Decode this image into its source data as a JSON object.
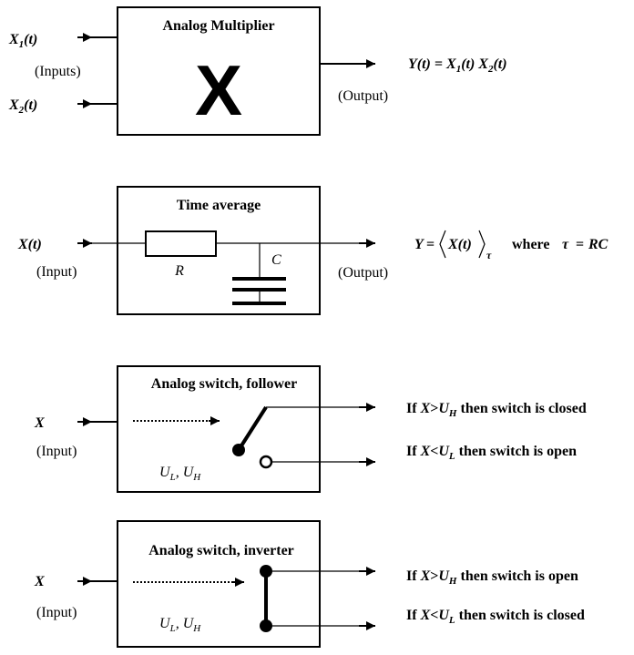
{
  "multiplier": {
    "title": "Analog Multiplier",
    "symbol": "X",
    "input1": "X",
    "input1_sub": "1",
    "input2": "X",
    "input2_sub": "2",
    "inputs_label": "(Inputs)",
    "output_label": "(Output)",
    "eq_y": "Y",
    "eq_x": "X",
    "eq_sub1": "1",
    "eq_sub2": "2",
    "t": "(t)",
    "eq_equals": " = "
  },
  "average": {
    "title": "Time average",
    "input": "X",
    "t": "(t)",
    "input_label": "(Input)",
    "output_label": "(Output)",
    "resistor": "R",
    "capacitor": "C",
    "eq_y": "Y",
    "eq_equals": "=",
    "eq_inner": "X(t)",
    "eq_tau_sub": "τ",
    "eq_where": "where",
    "eq_tau": "τ",
    "eq_rc": "RC"
  },
  "follower": {
    "title": "Analog switch, follower",
    "input": "X",
    "input_label": "(Input)",
    "thresholds": {
      "u": "U",
      "l": "L",
      "h": "H"
    },
    "rule_closed": {
      "prefix": "If ",
      "x": "X",
      "op": ">",
      "u": "U",
      "sub": "H",
      "suffix": " then switch is closed"
    },
    "rule_open": {
      "prefix": "If ",
      "x": "X",
      "op": "<",
      "u": "U",
      "sub": "L",
      "suffix": " then switch is open"
    }
  },
  "inverter": {
    "title": "Analog switch, inverter",
    "input": "X",
    "input_label": "(Input)",
    "thresholds": {
      "u": "U",
      "l": "L",
      "h": "H"
    },
    "rule_open": {
      "prefix": "If ",
      "x": "X",
      "op": ">",
      "u": "U",
      "sub": "H",
      "suffix": " then switch is open"
    },
    "rule_closed": {
      "prefix": "If ",
      "x": "X",
      "op": "<",
      "u": "U",
      "sub": "L",
      "suffix": " then switch is closed"
    }
  }
}
